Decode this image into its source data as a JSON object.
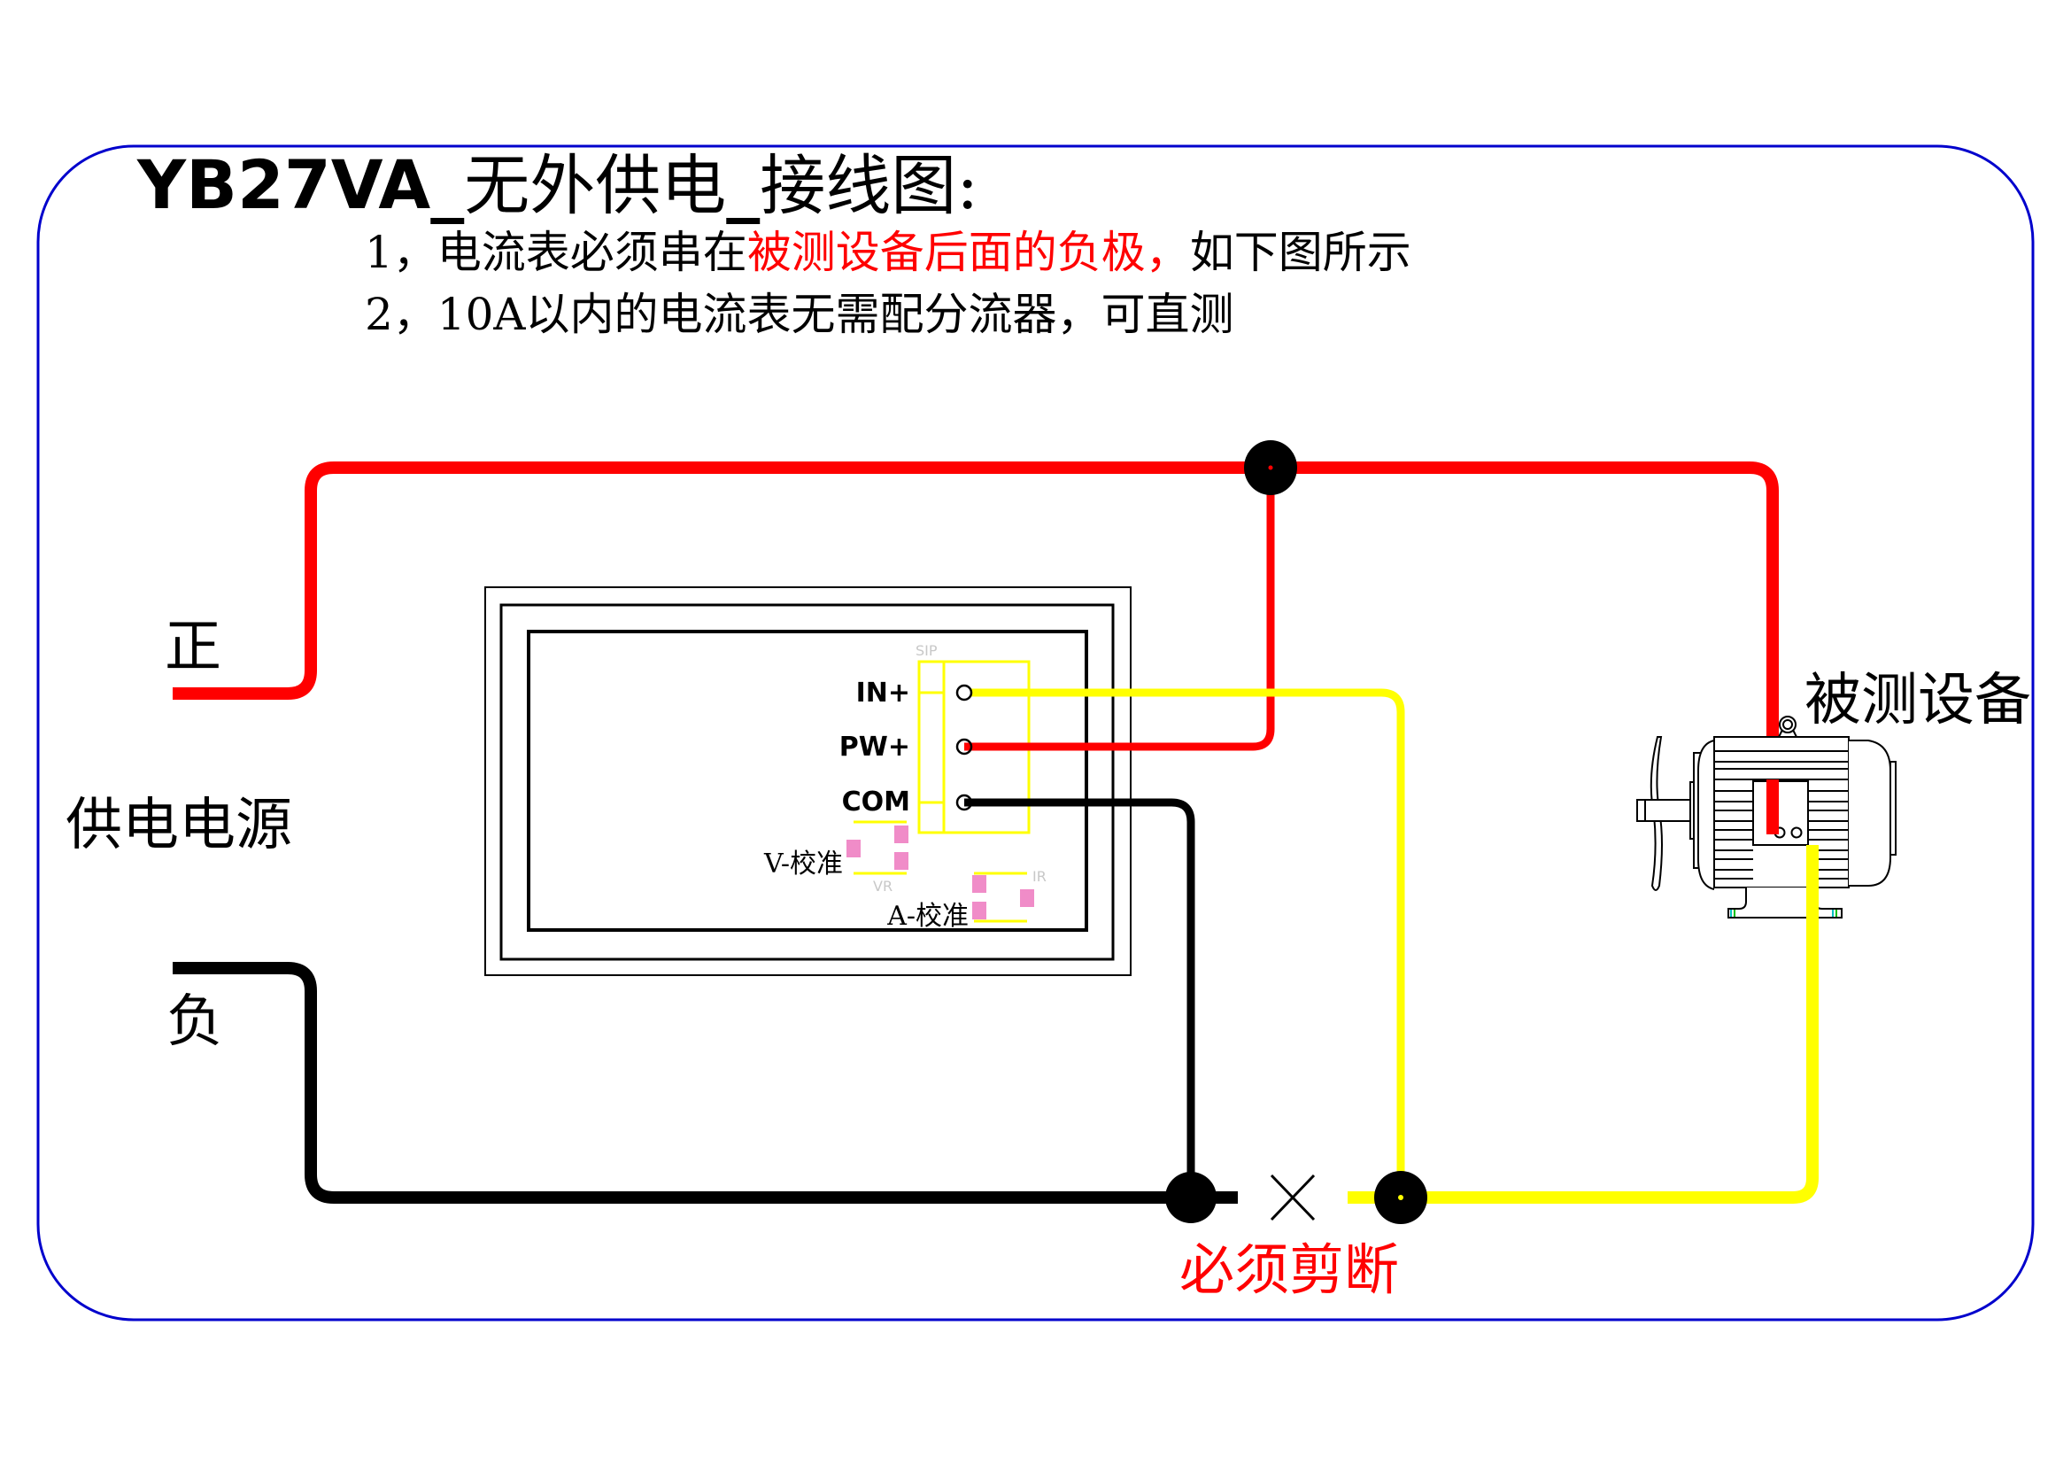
{
  "title": {
    "model": "YB27VA",
    "sep1": "_",
    "mode": "无外供电",
    "sep2": "_",
    "diagram": "接线图:"
  },
  "notes": [
    {
      "prefix": "1，电流表必须串在",
      "highlight": "被测设备后面的负极，",
      "suffix": "如下图所示"
    },
    {
      "prefix": "2，10A以内的电流表无需配分流器，可直测",
      "highlight": "",
      "suffix": ""
    }
  ],
  "power_supply": {
    "label": "供电电源",
    "positive_label": "正",
    "negative_label": "负"
  },
  "meter": {
    "terminals": [
      {
        "label": "IN+",
        "wire": "yellow"
      },
      {
        "label": "PW+",
        "wire": "red"
      },
      {
        "label": "COM",
        "wire": "black"
      }
    ],
    "connector_silk": "SIP",
    "v_cal_label": "V-校准",
    "v_cal_silk": "VR",
    "a_cal_label": "A-校准",
    "a_cal_silk": "IR"
  },
  "device": {
    "label": "被测设备",
    "icon": "motor-icon"
  },
  "cut_point": {
    "label": "必须剪断",
    "icon": "cross-mark-icon"
  },
  "colors": {
    "positive_wire": "#ff0000",
    "negative_wire": "#000000",
    "measured_wire": "#ffff00",
    "border": "#0000cc",
    "calibration_pad": "#f08cc8",
    "warning_text": "#ff0000"
  }
}
